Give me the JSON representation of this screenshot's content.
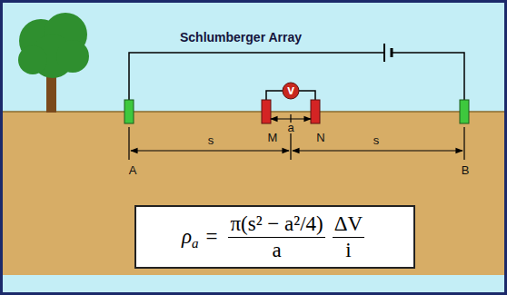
{
  "diagram": {
    "title": "Schlumberger Array",
    "nodes": [
      {
        "text": [
          "V"
        ]
      },
      {
        "text": [
          "ρ",
          "a",
          "=",
          "π(s² − a²/4)",
          "a",
          "ΔV",
          "i"
        ]
      }
    ],
    "labels": [
      "A",
      "s",
      "M",
      "a",
      "N",
      "s",
      "B"
    ]
  }
}
